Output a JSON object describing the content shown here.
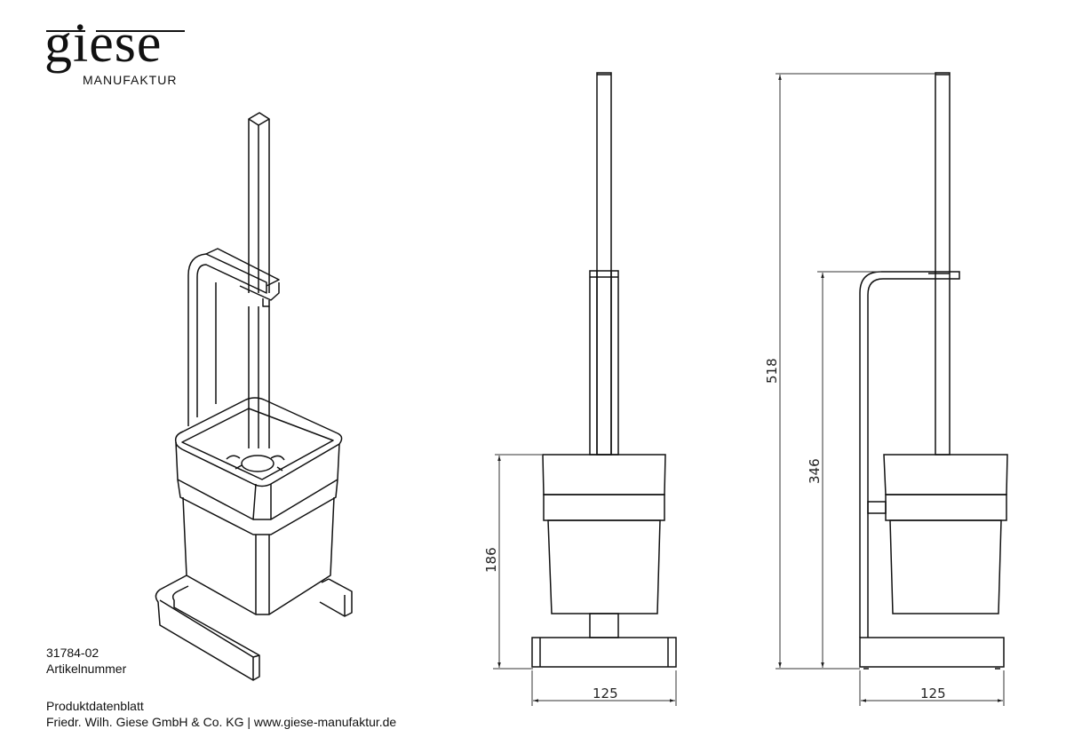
{
  "brand": {
    "logo_word": "giese",
    "logo_sub": "MANUFAKTUR"
  },
  "article": {
    "number": "31784-02",
    "label": "Artikelnummer"
  },
  "footer": {
    "title": "Produktdatenblatt",
    "company_line": "Friedr. Wilh. Giese GmbH & Co. KG | www.giese-manufaktur.de"
  },
  "views": {
    "isometric": {
      "name": "isometric-view"
    },
    "front": {
      "name": "front-view",
      "dimensions": {
        "height": "186",
        "width": "125"
      }
    },
    "side": {
      "name": "side-view",
      "dimensions": {
        "total_height": "518",
        "holder_height": "346",
        "width": "125"
      }
    }
  },
  "colors": {
    "line": "#111111",
    "dimension_line": "#333333",
    "background": "#ffffff"
  }
}
